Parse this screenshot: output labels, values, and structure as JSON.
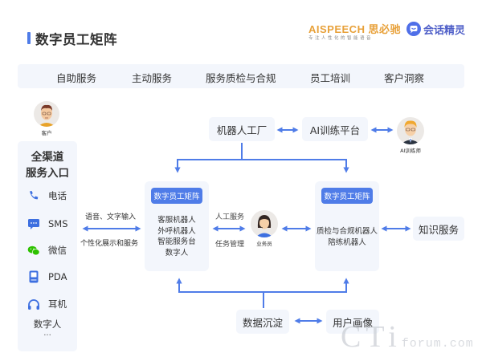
{
  "header": {
    "title": "数字员工矩阵",
    "accent_color": "#4f7ce8",
    "logos": {
      "aispeech_en": "AISPEECH",
      "aispeech_cn": "思必驰",
      "aispeech_slogan": "专注人性化的智能语音",
      "huihua_icon": "chat-bubble-icon",
      "huihua_name": "会话精灵"
    }
  },
  "nav": {
    "items": [
      {
        "label": "自助服务"
      },
      {
        "label": "主动服务"
      },
      {
        "label": "服务质检与合规"
      },
      {
        "label": "员工培训"
      },
      {
        "label": "客户洞察"
      }
    ]
  },
  "customer": {
    "caption": "客户"
  },
  "channels": {
    "title_line1": "全渠道",
    "title_line2": "服务入口",
    "items": [
      {
        "icon": "phone-icon",
        "label": "电话"
      },
      {
        "icon": "sms-icon",
        "label": "SMS"
      },
      {
        "icon": "wechat-icon",
        "label": "微信"
      },
      {
        "icon": "pda-icon",
        "label": "PDA"
      },
      {
        "icon": "headphones-icon",
        "label": "耳机"
      }
    ],
    "extra": "数字人",
    "more": "..."
  },
  "channel_link": {
    "top_label": "语音、文字输入",
    "bottom_label": "个性化展示和服务"
  },
  "factory": {
    "label": "机器人工厂"
  },
  "training_platform": {
    "label": "AI训练平台"
  },
  "trainer": {
    "caption": "AI训练师"
  },
  "matrix_left": {
    "header": "数字员工矩阵",
    "items": [
      "客服机器人",
      "外呼机器人",
      "智能服务台",
      "数字人"
    ]
  },
  "agent_link": {
    "top_label": "人工服务",
    "bottom_label": "任务管理"
  },
  "agent": {
    "caption": "业务员"
  },
  "matrix_right": {
    "header": "数字员工矩阵",
    "items": [
      "质检与合规机器人",
      "陪练机器人"
    ]
  },
  "knowledge": {
    "label": "知识服务"
  },
  "data_store": {
    "label": "数据沉淀"
  },
  "user_profile": {
    "label": "用户画像"
  },
  "watermark": {
    "big": "CTi",
    "small": "forum.com"
  },
  "colors": {
    "arrow": "#4f7ce8",
    "box_bg": "#f3f6fc",
    "wechat": "#2dc100",
    "logo_orange": "#e8a13a"
  }
}
